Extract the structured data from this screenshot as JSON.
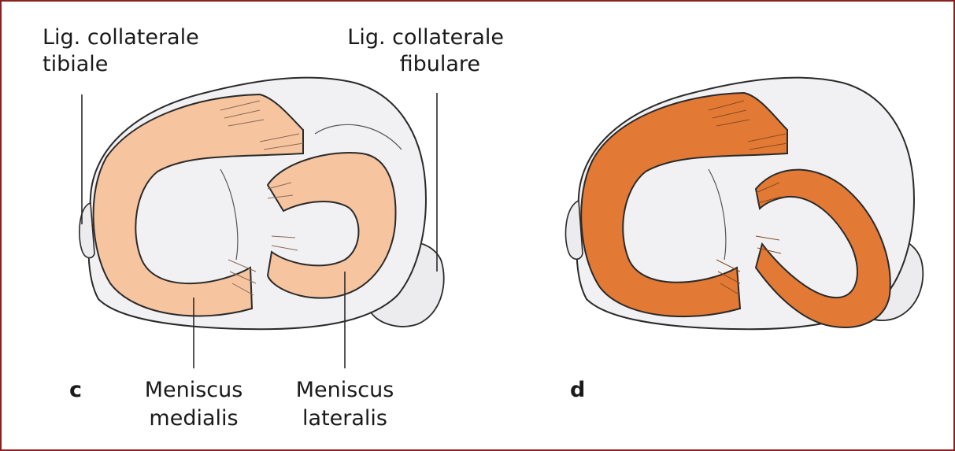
{
  "colors": {
    "frame_border": "#8b2020",
    "meniscus_light": "#f6c49f",
    "meniscus_dark": "#e27a35",
    "tibia_surface": "#f1f1f3",
    "outline": "#2a2a2a"
  },
  "panel_c": {
    "letter": "c",
    "label_tibial_line1": "Lig. collaterale",
    "label_tibial_line2": "tibiale",
    "label_fibular_line1": "Lig. collaterale",
    "label_fibular_line2": "fibulare",
    "label_medial_line1": "Meniscus",
    "label_medial_line2": "medialis",
    "label_lateral_line1": "Meniscus",
    "label_lateral_line2": "lateralis"
  },
  "panel_d": {
    "letter": "d"
  }
}
